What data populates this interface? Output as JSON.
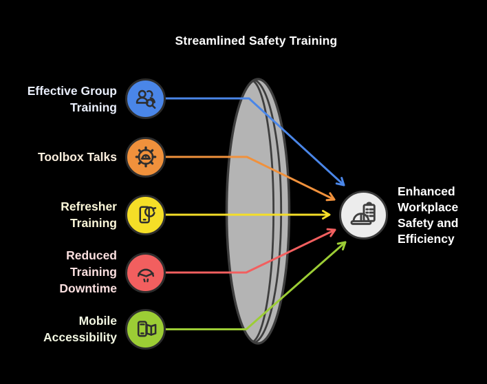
{
  "background": "#000000",
  "title": {
    "text": "Streamlined Safety Training",
    "color": "#ffffff"
  },
  "lens": {
    "fill": "#b4b4b4",
    "stroke": "#3e3e3e"
  },
  "inputs": [
    {
      "label": "Effective Group Training",
      "lines": [
        "Effective Group",
        "Training"
      ],
      "circle_color": "#4a86e8",
      "border_color": "#2d2d2d",
      "label_color": "#e9eefb",
      "icon": "group-search-icon",
      "icon_color": "#2e2e2e"
    },
    {
      "label": "Toolbox Talks",
      "lines": [
        "Toolbox Talks"
      ],
      "circle_color": "#f0913c",
      "border_color": "#2d2d2d",
      "label_color": "#faeedd",
      "icon": "gear-hardhat-icon",
      "icon_color": "#2e2e2e"
    },
    {
      "label": "Refresher Training",
      "lines": [
        "Refresher",
        "Training"
      ],
      "circle_color": "#f5de27",
      "border_color": "#2d2d2d",
      "label_color": "#fcf7d9",
      "icon": "phone-refresh-icon",
      "icon_color": "#2e2e2e"
    },
    {
      "label": "Reduced Training Downtime",
      "lines": [
        "Reduced",
        "Training",
        "Downtime"
      ],
      "circle_color": "#f25f5f",
      "border_color": "#2d2d2d",
      "label_color": "#fbdfdf",
      "icon": "gauge-icon",
      "icon_color": "#2e2e2e"
    },
    {
      "label": "Mobile Accessibility",
      "lines": [
        "Mobile",
        "Accessibility"
      ],
      "circle_color": "#9ccd35",
      "border_color": "#2d2d2d",
      "label_color": "#f3f7e2",
      "icon": "book-phone-icon",
      "icon_color": "#2e2e2e"
    }
  ],
  "output": {
    "label": "Enhanced Workplace Safety and Efficiency",
    "lines": [
      "Enhanced",
      "Workplace",
      "Safety and",
      "Efficiency"
    ],
    "circle_color": "#ececec",
    "border_color": "#3a3a3a",
    "label_color": "#ffffff",
    "icon": "hardhat-clipboard-icon",
    "icon_color": "#3f3f3f"
  }
}
